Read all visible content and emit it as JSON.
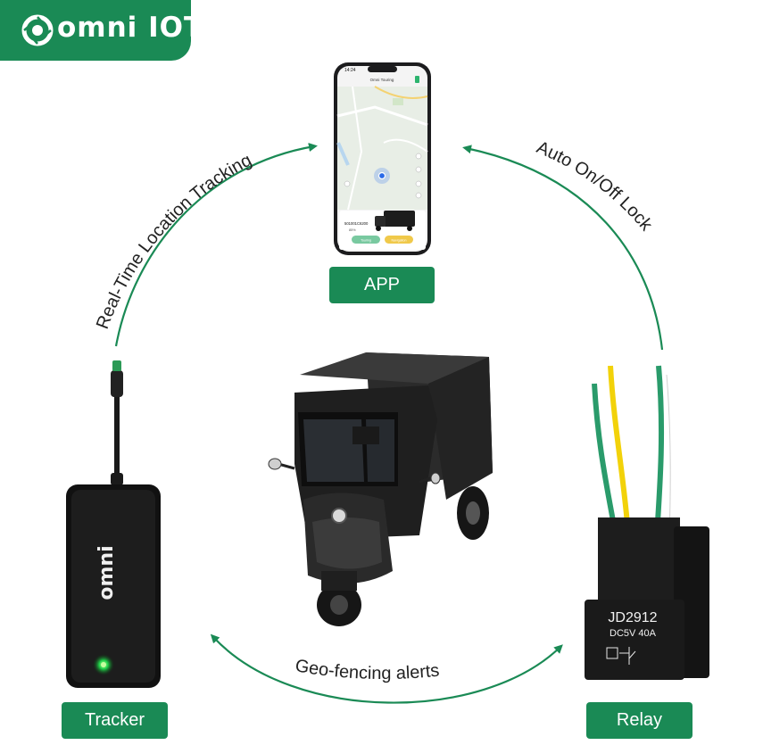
{
  "brand": {
    "logo_text": "omni IOT",
    "color": "#1a8a55"
  },
  "labels": {
    "app": "APP",
    "tracker": "Tracker",
    "relay": "Relay"
  },
  "features": {
    "tracking": "Real-Time Location Tracking",
    "lock": "Auto On/Off Lock",
    "geofence": "Geo-fencing alerts"
  },
  "phone": {
    "time": "14:24",
    "title": "Omni Touring",
    "device_id": "501001C6200",
    "battery": "85%",
    "left_button": "Touring",
    "right_button": "Navigation"
  },
  "tracker_device": {
    "brand": "omni"
  },
  "relay_device": {
    "model": "JD2912",
    "rating": "DC5V 40A"
  }
}
